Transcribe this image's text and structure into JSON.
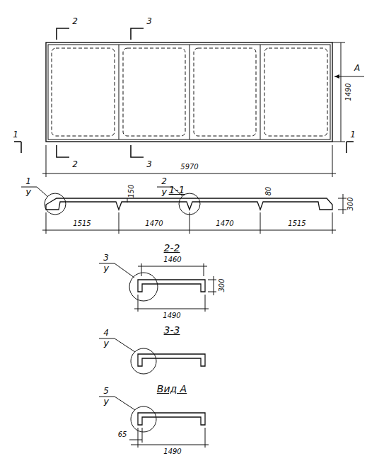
{
  "diagram": {
    "labels": [
      "2",
      "3",
      "2",
      "3",
      "1",
      "1",
      "1490",
      "А",
      "5970",
      "1-1",
      "1",
      "У",
      "2",
      "У",
      "150",
      "80",
      "300",
      "1515",
      "1470",
      "1470",
      "1515",
      "2-2",
      "3",
      "У",
      "1460",
      "300",
      "1490",
      "3-3",
      "4",
      "У",
      "Вид А",
      "5",
      "У",
      "65",
      "1490"
    ]
  }
}
